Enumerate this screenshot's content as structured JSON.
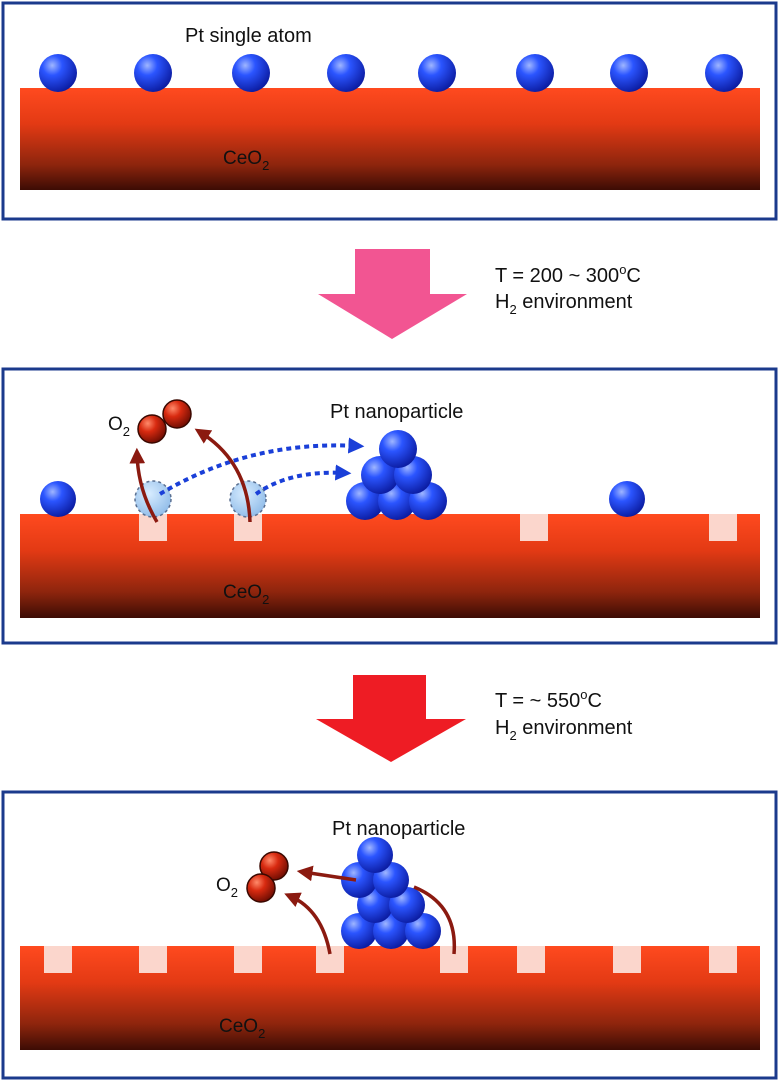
{
  "panel1": {
    "label": "Pt single atom",
    "substrate": "CeO",
    "substrate_sub": "2"
  },
  "step1": {
    "line1_prefix": "T = 200 ~ 300",
    "line1_sup": "o",
    "line1_suffix": "C",
    "line2_prefix": "H",
    "line2_sub": "2",
    "line2_suffix": " environment",
    "arrow_color": "#f25592"
  },
  "panel2": {
    "label": "Pt nanoparticle",
    "o2": "O",
    "o2_sub": "2",
    "substrate": "CeO",
    "substrate_sub": "2"
  },
  "step2": {
    "line1_prefix": "T = ~ 550",
    "line1_sup": "o",
    "line1_suffix": "C",
    "line2_prefix": "H",
    "line2_sub": "2",
    "line2_suffix": " environment",
    "arrow_color": "#ee1c24"
  },
  "panel3": {
    "label": "Pt nanoparticle",
    "o2": "O",
    "o2_sub": "2",
    "substrate": "CeO",
    "substrate_sub": "2"
  },
  "colors": {
    "frame": "#1b3a8c",
    "pt_atom": "#1532d8",
    "oxygen": "#c8200c",
    "migration_arrow": "#1a3fd8",
    "release_arrow": "#8b1a10",
    "vacancy": "#fbd6cc"
  }
}
